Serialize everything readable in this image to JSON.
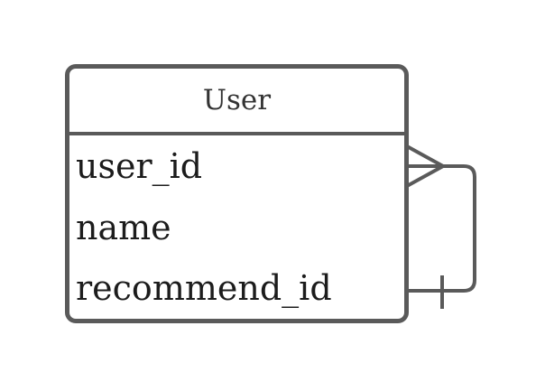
{
  "entity": {
    "title": "User",
    "attributes": [
      "user_id",
      "name",
      "recommend_id"
    ]
  },
  "relationship": {
    "kind": "self-reference",
    "source_marker_icon": "crow-foot-many-icon",
    "target_marker_icon": "one-tick-icon"
  },
  "colors": {
    "line": "#5a5a5a",
    "title_text": "#333333",
    "attribute_text": "#1c1c1c",
    "entity_fill": "#ffffff",
    "background": "#ffffff"
  }
}
